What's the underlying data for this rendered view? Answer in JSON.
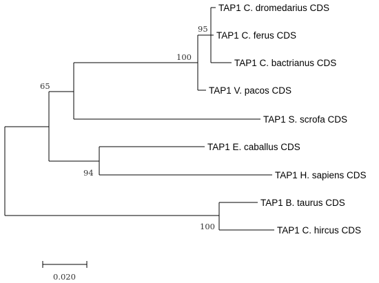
{
  "tree": {
    "leaves": [
      "TAP1 C. dromedarius CDS",
      "TAP1 C. ferus CDS",
      "TAP1 C. bactrianus CDS",
      "TAP1 V. pacos CDS",
      "TAP1 S. scrofa CDS",
      "TAP1 E. caballus CDS",
      "TAP1 H. sapiens CDS",
      "TAP1 B. taurus CDS",
      "TAP1 C. hircus CDS"
    ],
    "bootstrap": [
      "95",
      "100",
      "65",
      "94",
      "100"
    ],
    "scale_bar_label": "0.020"
  }
}
